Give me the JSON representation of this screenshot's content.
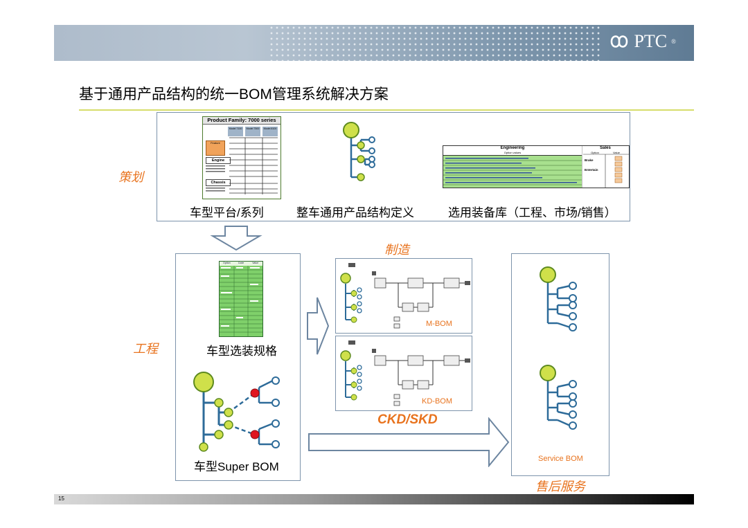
{
  "header": {
    "logo_text": "PTC",
    "logo_mark": "®"
  },
  "title": "基于通用产品结构的统一BOM管理系统解决方案",
  "sections": {
    "planning": {
      "label": "策划"
    },
    "engineering": {
      "label": "工程"
    },
    "manufacturing": {
      "label": "制造"
    },
    "aftersales": {
      "label": "售后服务"
    }
  },
  "planning": {
    "platform_caption": "车型平台/系列",
    "structure_caption": "整车通用产品结构定义",
    "options_caption": "选用装备库（工程、市场/销售）",
    "product_family_table": {
      "title": "Product Family: 7000 series",
      "models": [
        "Model 7100",
        "Model 7500",
        "Model 8100"
      ],
      "feature": "Feature",
      "engine": "Engine",
      "chassis": "Chassis"
    },
    "option_table": {
      "engineering_header": "Engineering",
      "engineering_sub": "Option values",
      "sales_header": "Sales",
      "sales_sub": [
        "Option",
        "Value"
      ],
      "sales_rows": [
        "Brake",
        "Entertain"
      ]
    }
  },
  "engineering": {
    "spec_caption": "车型选装规格",
    "superbom_caption": "车型Super BOM",
    "spec_table_headers": [
      "Option",
      "Code",
      "Value"
    ]
  },
  "manufacturing": {
    "mbom_label": "M-BOM",
    "kdbom_label": "KD-BOM",
    "ckd_label": "CKD/SKD"
  },
  "aftersales": {
    "service_bom_label": "Service BOM"
  },
  "footer": {
    "page": "15"
  },
  "colors": {
    "accent_orange": "#e8731e",
    "node_green": "#cfe04a",
    "node_red": "#e0141e",
    "box_border": "#7c93ab",
    "rule": "#d6dd6a"
  }
}
